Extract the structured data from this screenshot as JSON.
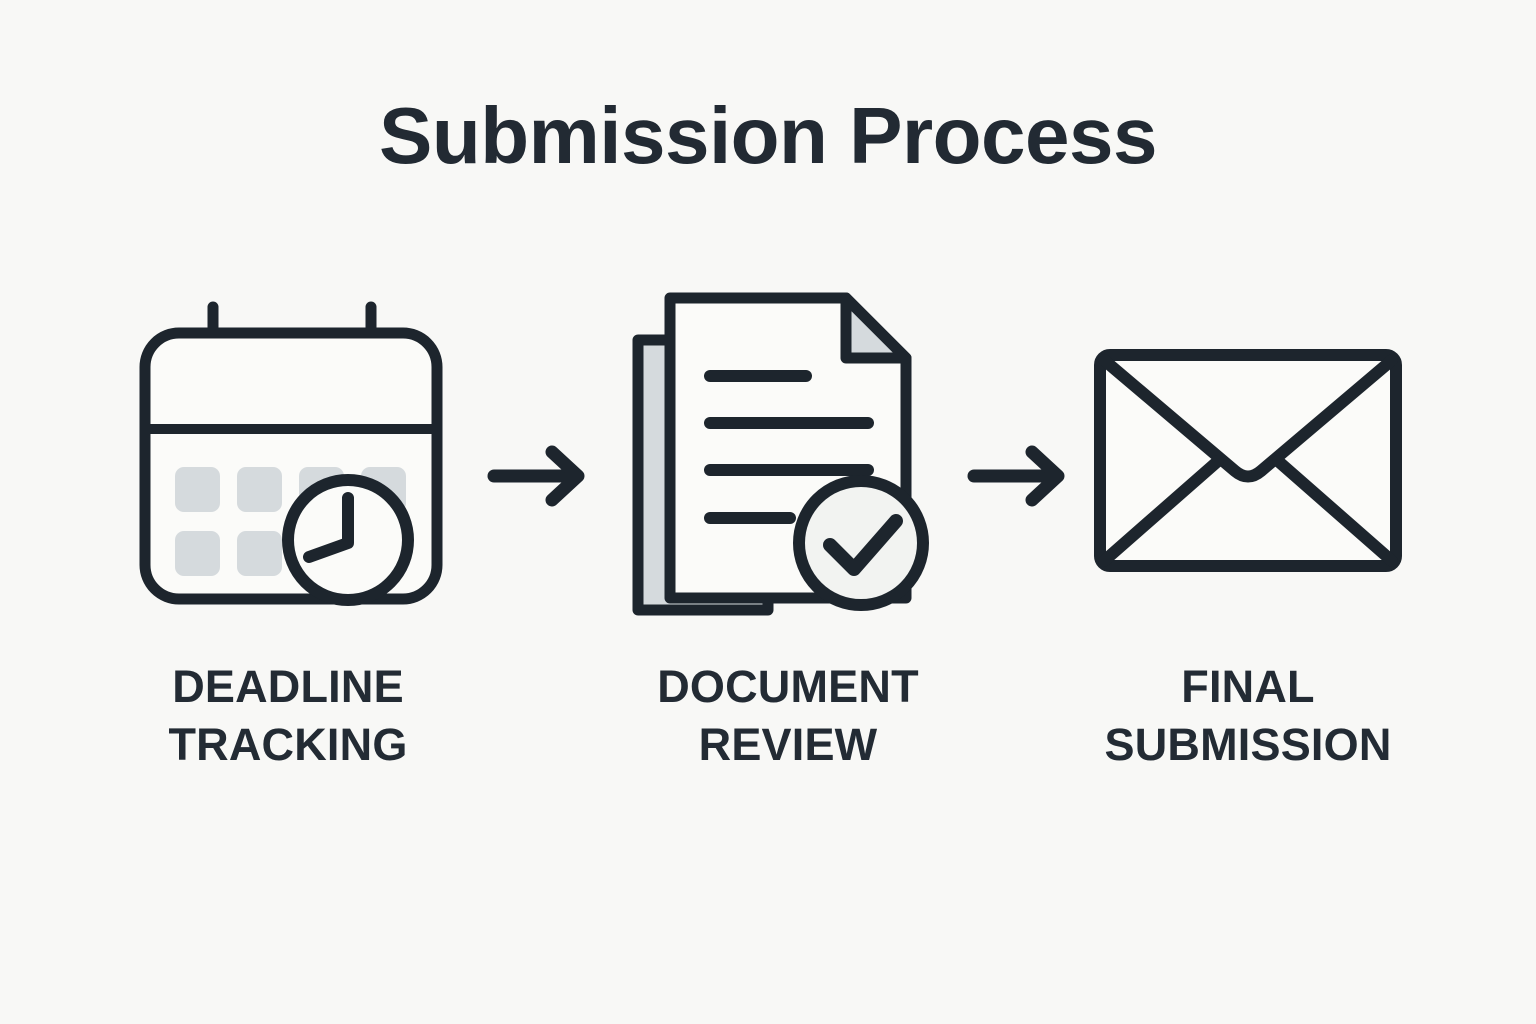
{
  "page": {
    "title": "Submission Process",
    "background_color": "#f8f8f6",
    "ink_color": "#232b34",
    "accent_gray": "#d5dadd"
  },
  "steps": [
    {
      "id": "deadline-tracking",
      "label": "DEADLINE\nTRACKING",
      "label_line1": "DEADLINE",
      "label_line2": "TRACKING",
      "icon": "calendar-clock-icon"
    },
    {
      "id": "document-review",
      "label": "DOCUMENT\nREVIEW",
      "label_line1": "DOCUMENT",
      "label_line2": "REVIEW",
      "icon": "document-check-icon"
    },
    {
      "id": "final-submission",
      "label": "FINAL\nSUBMISSION",
      "label_line1": "FINAL",
      "label_line2": "SUBMISSION",
      "icon": "envelope-icon"
    }
  ],
  "connectors": [
    {
      "id": "arrow-1",
      "icon": "arrow-right-icon"
    },
    {
      "id": "arrow-2",
      "icon": "arrow-right-icon"
    }
  ]
}
